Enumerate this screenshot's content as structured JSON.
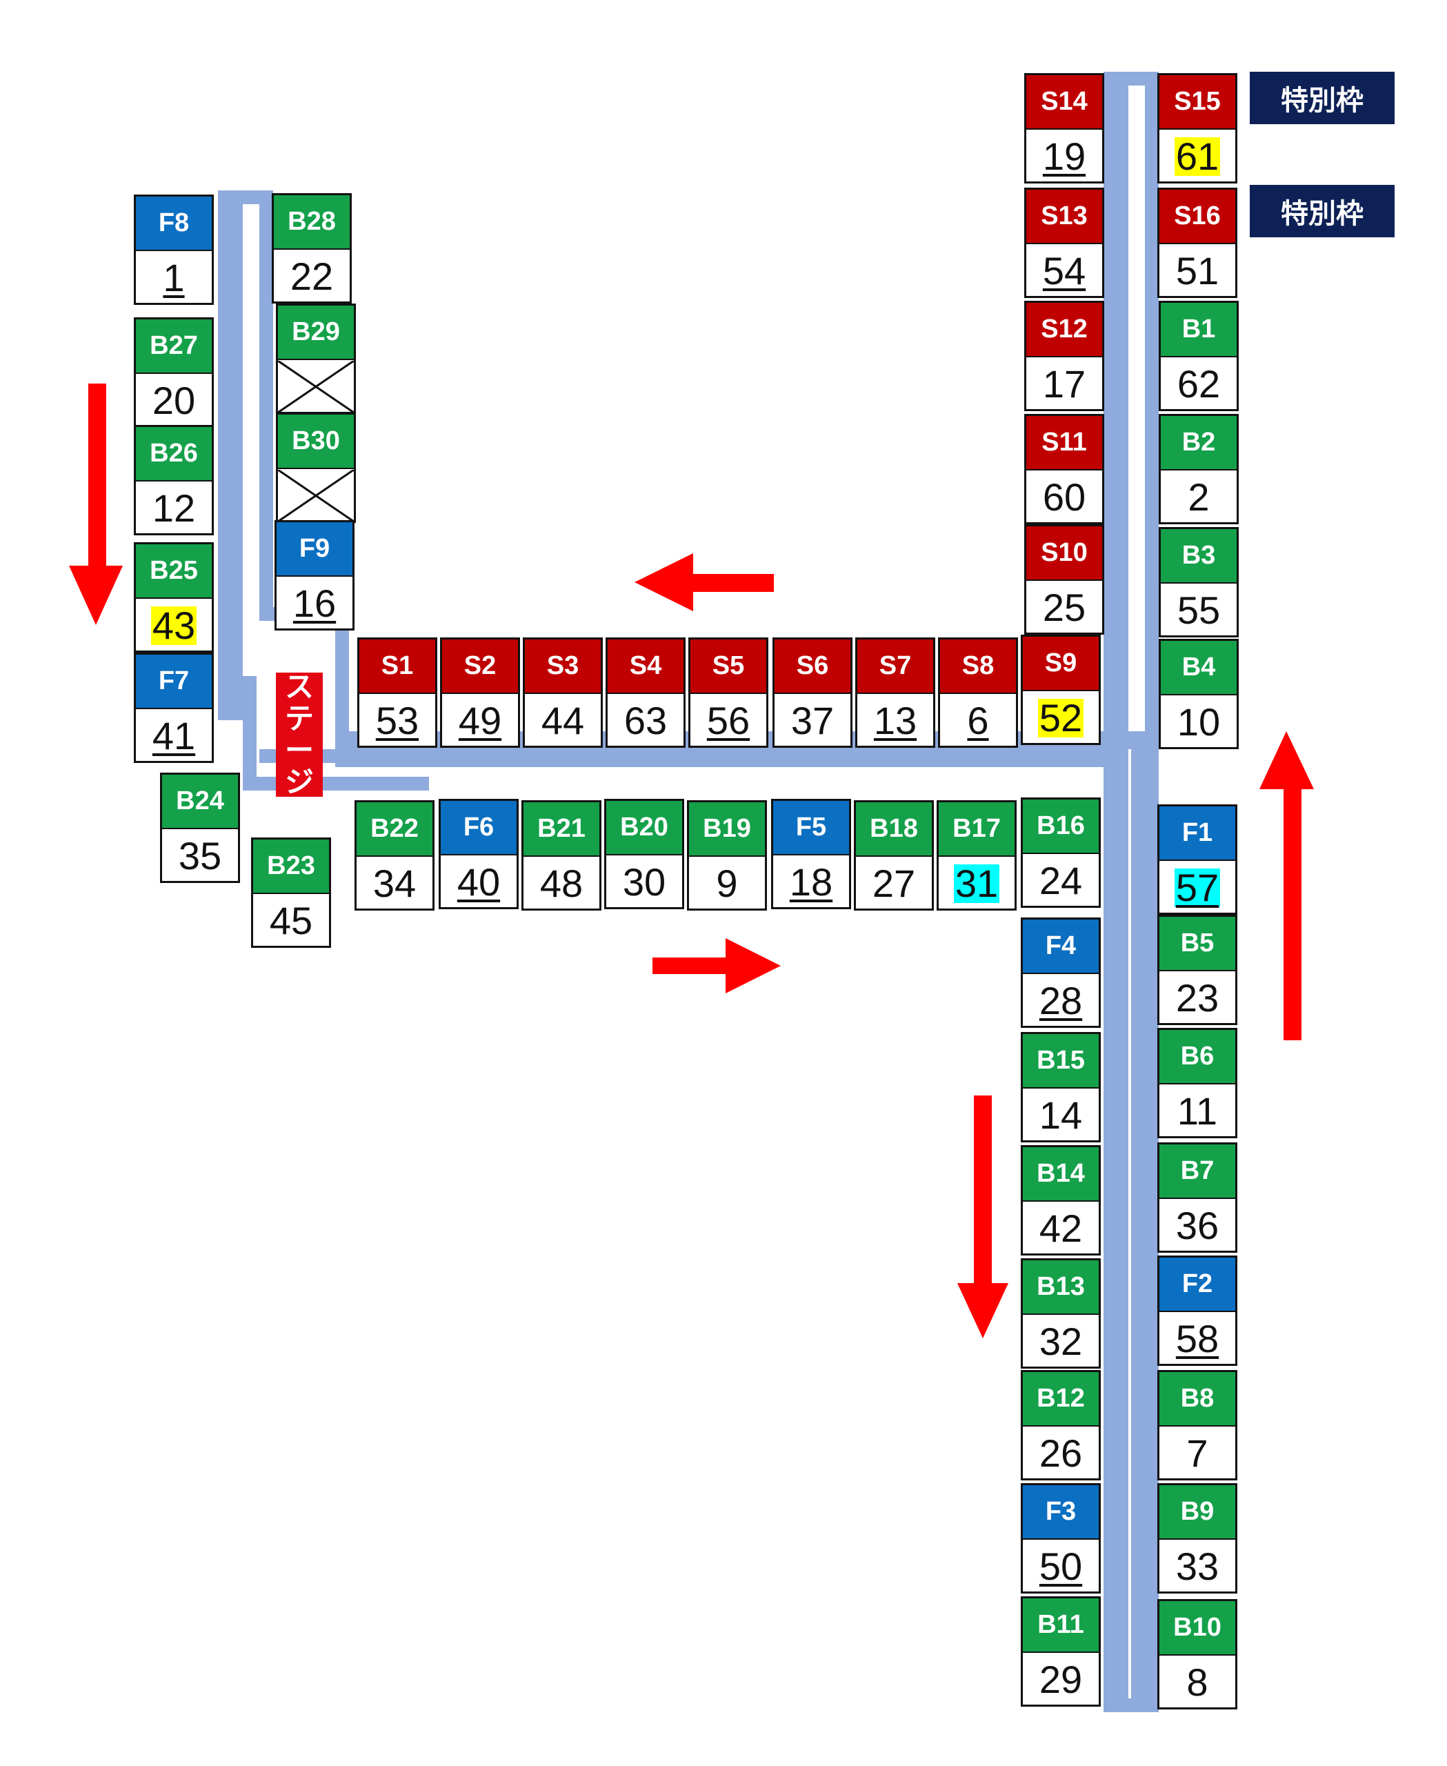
{
  "colors": {
    "S": "#c00000",
    "B": "#14a14a",
    "F": "#0b6fc2",
    "aisle": "#8faadc",
    "arrow": "#ff0000",
    "special": "#0d2156",
    "stage": "#e30613",
    "highlight_yellow": "#ffff00",
    "highlight_cyan": "#00ffff"
  },
  "stage": {
    "label": "ステージ",
    "chars": [
      "ス",
      "テ",
      "ー",
      "ジ"
    ]
  },
  "special_labels": [
    "特別枠",
    "特別枠"
  ],
  "booths": [
    {
      "id": "S14",
      "num": "19",
      "underline": true
    },
    {
      "id": "S15",
      "num": "61",
      "highlight": "yellow"
    },
    {
      "id": "S13",
      "num": "54",
      "underline": true
    },
    {
      "id": "S16",
      "num": "51"
    },
    {
      "id": "S12",
      "num": "17"
    },
    {
      "id": "B1",
      "num": "62"
    },
    {
      "id": "S11",
      "num": "60"
    },
    {
      "id": "B2",
      "num": "2"
    },
    {
      "id": "S10",
      "num": "25"
    },
    {
      "id": "B3",
      "num": "55"
    },
    {
      "id": "B4",
      "num": "10"
    },
    {
      "id": "S1",
      "num": "53",
      "underline": true
    },
    {
      "id": "S2",
      "num": "49",
      "underline": true
    },
    {
      "id": "S3",
      "num": "44"
    },
    {
      "id": "S4",
      "num": "63"
    },
    {
      "id": "S5",
      "num": "56",
      "underline": true
    },
    {
      "id": "S6",
      "num": "37"
    },
    {
      "id": "S7",
      "num": "13",
      "underline": true
    },
    {
      "id": "S8",
      "num": "6",
      "underline": true
    },
    {
      "id": "S9",
      "num": "52",
      "highlight": "yellow"
    },
    {
      "id": "F8",
      "num": "1",
      "underline": true
    },
    {
      "id": "B28",
      "num": "22"
    },
    {
      "id": "B27",
      "num": "20"
    },
    {
      "id": "B29",
      "num": "",
      "crossed": true
    },
    {
      "id": "B26",
      "num": "12"
    },
    {
      "id": "B30",
      "num": "",
      "crossed": true
    },
    {
      "id": "B25",
      "num": "43",
      "highlight": "yellow"
    },
    {
      "id": "F9",
      "num": "16",
      "underline": true
    },
    {
      "id": "F7",
      "num": "41",
      "underline": true
    },
    {
      "id": "B24",
      "num": "35"
    },
    {
      "id": "B23",
      "num": "45"
    },
    {
      "id": "B22",
      "num": "34"
    },
    {
      "id": "F6",
      "num": "40",
      "underline": true
    },
    {
      "id": "B21",
      "num": "48"
    },
    {
      "id": "B20",
      "num": "30"
    },
    {
      "id": "B19",
      "num": "9"
    },
    {
      "id": "F5",
      "num": "18",
      "underline": true
    },
    {
      "id": "B18",
      "num": "27"
    },
    {
      "id": "B17",
      "num": "31",
      "highlight": "cyan"
    },
    {
      "id": "B16",
      "num": "24"
    },
    {
      "id": "F1",
      "num": "57",
      "underline": true,
      "highlight": "cyan"
    },
    {
      "id": "F4",
      "num": "28",
      "underline": true
    },
    {
      "id": "B5",
      "num": "23"
    },
    {
      "id": "B15",
      "num": "14"
    },
    {
      "id": "B6",
      "num": "11"
    },
    {
      "id": "B14",
      "num": "42"
    },
    {
      "id": "B7",
      "num": "36"
    },
    {
      "id": "B13",
      "num": "32"
    },
    {
      "id": "F2",
      "num": "58",
      "underline": true
    },
    {
      "id": "B12",
      "num": "26"
    },
    {
      "id": "B8",
      "num": "7"
    },
    {
      "id": "F3",
      "num": "50",
      "underline": true
    },
    {
      "id": "B9",
      "num": "33"
    },
    {
      "id": "B11",
      "num": "29"
    },
    {
      "id": "B10",
      "num": "8"
    }
  ],
  "arrows": [
    {
      "name": "left",
      "direction": "left"
    },
    {
      "name": "down-left",
      "direction": "down"
    },
    {
      "name": "right",
      "direction": "right"
    },
    {
      "name": "up",
      "direction": "up"
    },
    {
      "name": "down-right",
      "direction": "down"
    }
  ]
}
